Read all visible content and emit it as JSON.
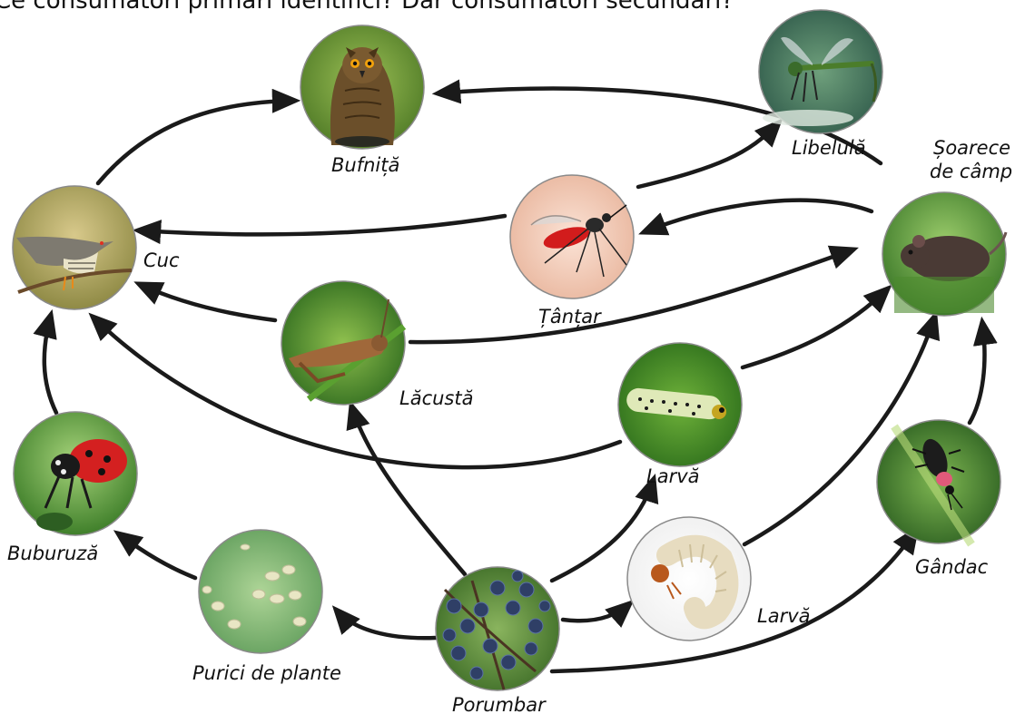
{
  "question": "Ce consumatori primari identifici? Dar consumatori secundari?",
  "organisms": {
    "bufnita": "Bufniță",
    "libelula": "Libelulă",
    "soarece_line1": "Șoarece",
    "soarece_line2": "de câmp",
    "cuc": "Cuc",
    "tantar": "Țânțar",
    "lacusta": "Lăcustă",
    "larva_verde": "Larvă",
    "buburuza": "Buburuză",
    "gandac": "Gândac",
    "purici": "Purici de plante",
    "larva_alba": "Larvă",
    "porumbar": "Porumbar"
  },
  "links": [
    [
      "Cuc",
      "Bufniță"
    ],
    [
      "Șoarece de câmp",
      "Bufniță"
    ],
    [
      "Țânțar",
      "Libelulă"
    ],
    [
      "Țânțar",
      "Cuc"
    ],
    [
      "Șoarece de câmp",
      "Țânțar"
    ],
    [
      "Lăcustă",
      "Cuc"
    ],
    [
      "Lăcustă",
      "Șoarece de câmp"
    ],
    [
      "Larvă",
      "Șoarece de câmp"
    ],
    [
      "Larvă",
      "Cuc"
    ],
    [
      "Buburuză",
      "Cuc"
    ],
    [
      "Purici de plante",
      "Buburuză"
    ],
    [
      "Porumbar",
      "Purici de plante"
    ],
    [
      "Porumbar",
      "Lăcustă"
    ],
    [
      "Porumbar",
      "Larvă"
    ],
    [
      "Porumbar",
      "Larvă"
    ],
    [
      "Porumbar",
      "Gândac"
    ],
    [
      "Larvă",
      "Șoarece de câmp"
    ],
    [
      "Gândac",
      "Șoarece de câmp"
    ]
  ],
  "icons": [
    "owl-icon",
    "dragonfly-icon",
    "mouse-icon",
    "cuckoo-icon",
    "mosquito-icon",
    "grasshopper-icon",
    "caterpillar-icon",
    "ladybug-icon",
    "beetle-icon",
    "aphid-icon",
    "grub-icon",
    "blackthorn-icon"
  ]
}
